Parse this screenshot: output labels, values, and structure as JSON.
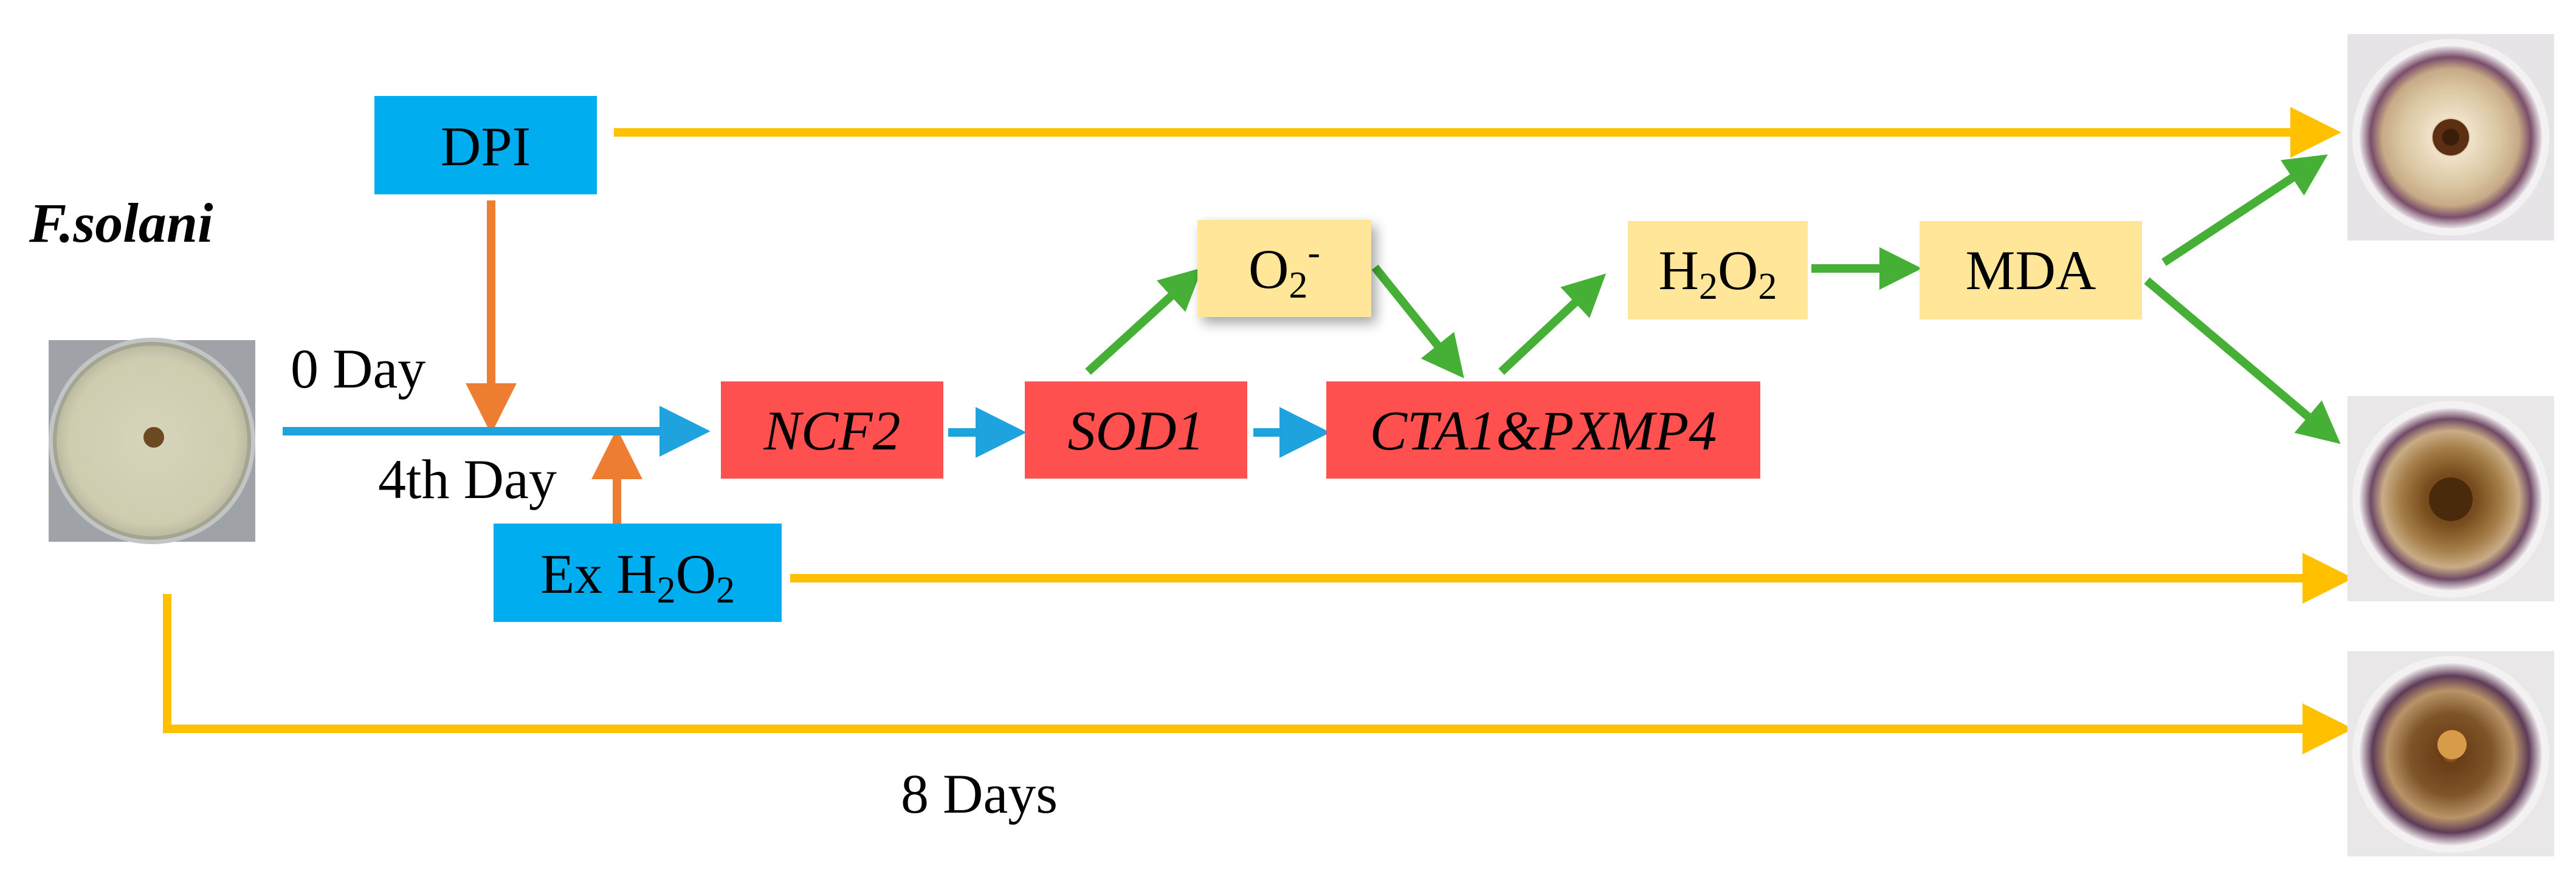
{
  "organism_label": "F.solani",
  "timeline": {
    "day0": "0 Day",
    "day4": "4th Day",
    "day8": "8 Days"
  },
  "treatments": {
    "dpi": "DPI",
    "ex_h2o2": {
      "prefix": "Ex H",
      "sub1": "2",
      "mid": "O",
      "sub2": "2"
    }
  },
  "genes": {
    "ncf2": "NCF2",
    "sod1": "SOD1",
    "cta1_pxmp4": "CTA1&PXMP4"
  },
  "metabolites": {
    "superoxide": {
      "base": "O",
      "sub": "2",
      "sup": "-"
    },
    "h2o2": {
      "prefix": "H",
      "sub1": "2",
      "mid": "O",
      "sub2": "2"
    },
    "mda": "MDA"
  },
  "colors": {
    "treatment_box": "#00AEEF",
    "gene_box": "#FF5050",
    "metabolite_box": "#FFE699",
    "yellow_arrow": "#FFC000",
    "orange_arrow": "#ED7D31",
    "blue_arrow": "#1FA3DF",
    "green_arrow": "#46B036"
  }
}
